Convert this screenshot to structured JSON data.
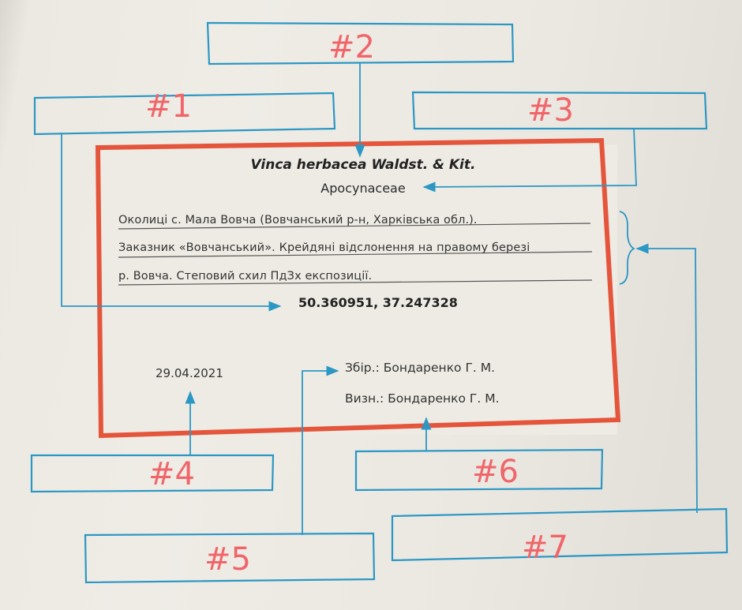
{
  "labels": [
    "#1",
    "#2",
    "#3",
    "#4",
    "#5",
    "#6",
    "#7"
  ],
  "herbarium_label": {
    "species": "Vinca herbacea Waldst. & Kit.",
    "family": "Apocynaceae",
    "location_lines": [
      "Околиці с. Мала Вовча (Вовчанський р-н, Харківська обл.).",
      "Заказник «Вовчанський». Крейдяні відслонення на правому березі",
      "р. Вовча. Степовий схил ПдЗх експозиції."
    ],
    "coordinates": "50.360951, 37.247328",
    "date": "29.04.2021",
    "collected_by": "Збір.: Бондаренко Г. М.",
    "identified_by": "Визн.: Бондаренко Г. М."
  },
  "colors": {
    "connector": "#2b97c4",
    "label_number": "#f0656a",
    "card_border": "#e4553c"
  }
}
